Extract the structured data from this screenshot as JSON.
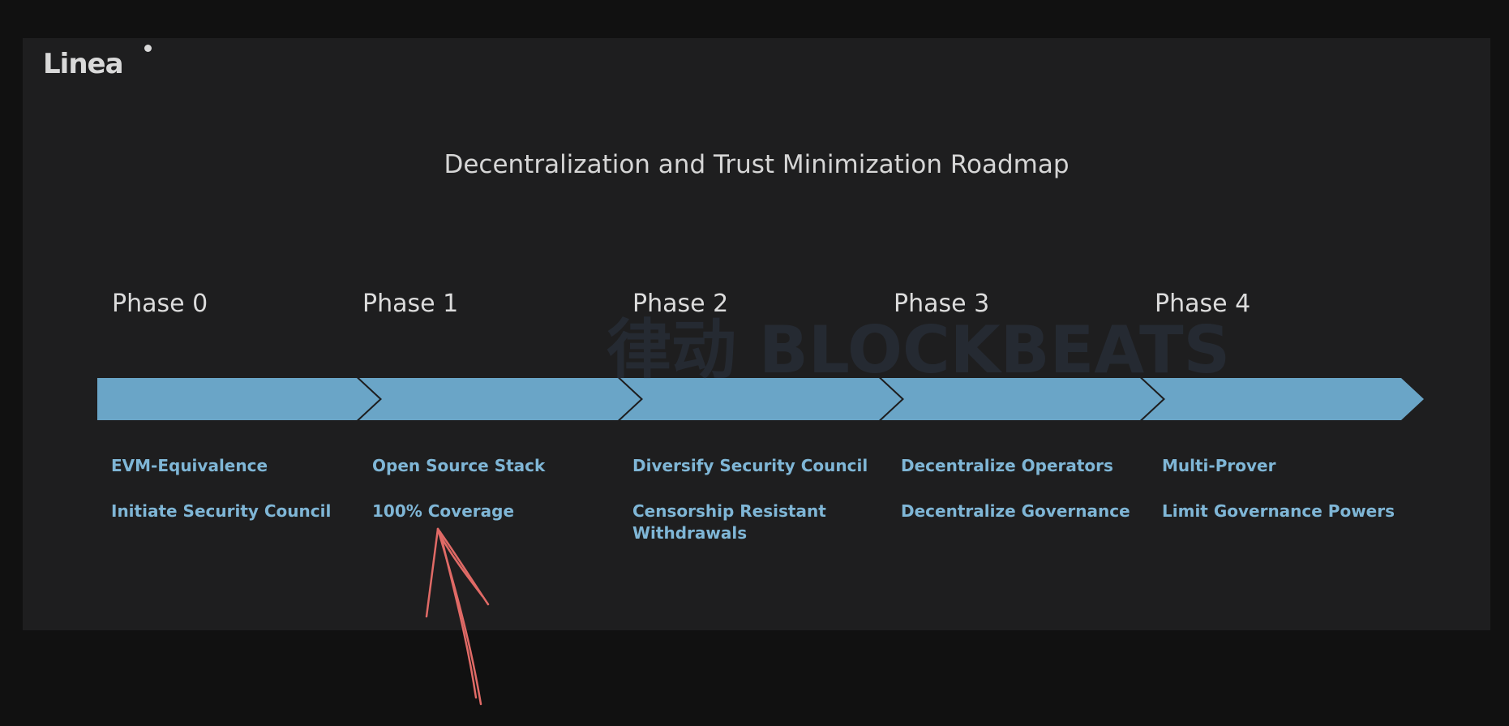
{
  "logo": "Linea",
  "title": "Decentralization and Trust Minimization Roadmap",
  "phases": [
    {
      "label": "Phase 0",
      "items": [
        "EVM-Equivalence",
        "Initiate Security Council"
      ]
    },
    {
      "label": "Phase 1",
      "items": [
        "Open Source Stack",
        "100% Coverage"
      ]
    },
    {
      "label": "Phase 2",
      "items": [
        "Diversify Security Council",
        "Censorship Resistant Withdrawals"
      ]
    },
    {
      "label": "Phase 3",
      "items": [
        "Decentralize Operators",
        "Decentralize Governance"
      ]
    },
    {
      "label": "Phase 4",
      "items": [
        "Multi-Prover",
        "Limit Governance Powers"
      ]
    }
  ],
  "watermark": "律动 BLOCKBEATS",
  "colors": {
    "arrow": "#6aa5c7",
    "item_text": "#7fb6d6",
    "annotation": "#e06a66"
  }
}
